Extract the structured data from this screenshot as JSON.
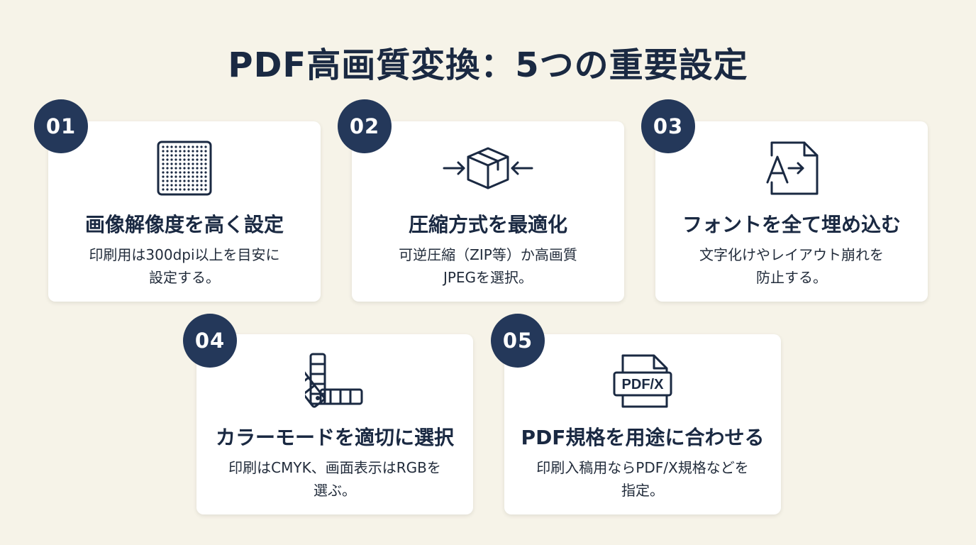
{
  "title": "PDF高画質変換：5つの重要設定",
  "colors": {
    "background": "#f6f3e8",
    "badge": "#24385a",
    "heading": "#1a2942",
    "card": "#ffffff"
  },
  "cards": [
    {
      "number": "01",
      "icon": "dot-grid-icon",
      "title": "画像解像度を高く設定",
      "desc_line1": "印刷用は300dpi以上を目安に",
      "desc_line2": "設定する。"
    },
    {
      "number": "02",
      "icon": "compress-box-icon",
      "title": "圧縮方式を最適化",
      "desc_line1": "可逆圧縮（ZIP等）か高画質",
      "desc_line2": "JPEGを選択。"
    },
    {
      "number": "03",
      "icon": "font-document-icon",
      "title": "フォントを全て埋め込む",
      "desc_line1": "文字化けやレイアウト崩れを",
      "desc_line2": "防止する。"
    },
    {
      "number": "04",
      "icon": "color-swatch-icon",
      "title": "カラーモードを適切に選択",
      "desc_line1": "印刷はCMYK、画面表示はRGBを",
      "desc_line2": "選ぶ。"
    },
    {
      "number": "05",
      "icon": "pdfx-document-icon",
      "title": "PDF規格を用途に合わせる",
      "desc_line1": "印刷入稿用ならPDF/X規格などを",
      "desc_line2": "指定。",
      "icon_label": "PDF/X"
    }
  ]
}
